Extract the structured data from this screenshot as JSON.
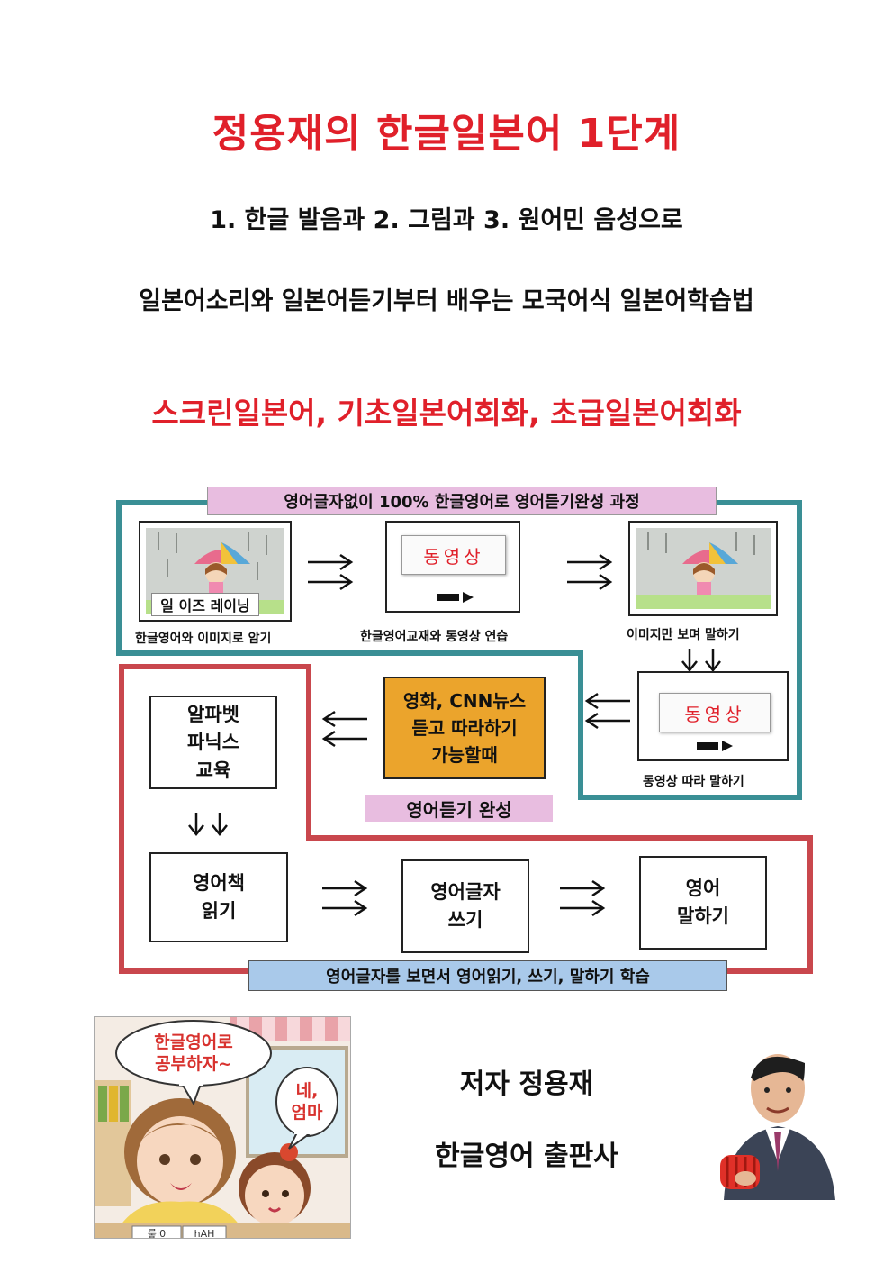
{
  "header": {
    "title": "정용재의 한글일본어 1단계",
    "subtitle1": "1. 한글 발음과 2. 그림과 3. 원어민 음성으로",
    "subtitle2": "일본어소리와 일본어듣기부터 배우는 모국어식 일본어학습법",
    "subtitle3": "스크린일본어, 기초일본어회화, 초급일본어회화"
  },
  "diagram": {
    "top_banner": "영어글자없이 100% 한글영어로 영어듣기완성 과정",
    "step1_overlay": "일 이즈 레이닝",
    "step1_caption": "한글영어와 이미지로 암기",
    "step2_video": "동영상",
    "step2_caption": "한글영어교재와 동영상 연습",
    "step3_caption": "이미지만 보며 말하기",
    "step4_video": "동영상",
    "step4_caption": "동영상 따라 말하기",
    "step5_line1": "영화, CNN뉴스",
    "step5_line2": "듣고 따라하기",
    "step5_line3": "가능할때",
    "listening_complete": "영어듣기 완성",
    "phonics_line1": "알파벳",
    "phonics_line2": "파닉스",
    "phonics_line3": "교육",
    "reading_line1": "영어책",
    "reading_line2": "읽기",
    "writing_line1": "영어글자",
    "writing_line2": "쓰기",
    "speaking_line1": "영어",
    "speaking_line2": "말하기",
    "bottom_banner": "영어글자를 보면서 영어읽기, 쓰기, 말하기 학습",
    "colors": {
      "teal": "#3a8f95",
      "red": "#c9474d",
      "pink": "#e8bde0",
      "blue": "#a9c9ea",
      "orange": "#eba42c"
    }
  },
  "illustration": {
    "mom_bubble_line1": "한글영어로",
    "mom_bubble_line2": "공부하자~",
    "child_bubble_line1": "네,",
    "child_bubble_line2": "엄마",
    "card1": "릏l0",
    "card2": "hAH"
  },
  "footer": {
    "author": "저자 정용재",
    "publisher": "한글영어 출판사"
  }
}
